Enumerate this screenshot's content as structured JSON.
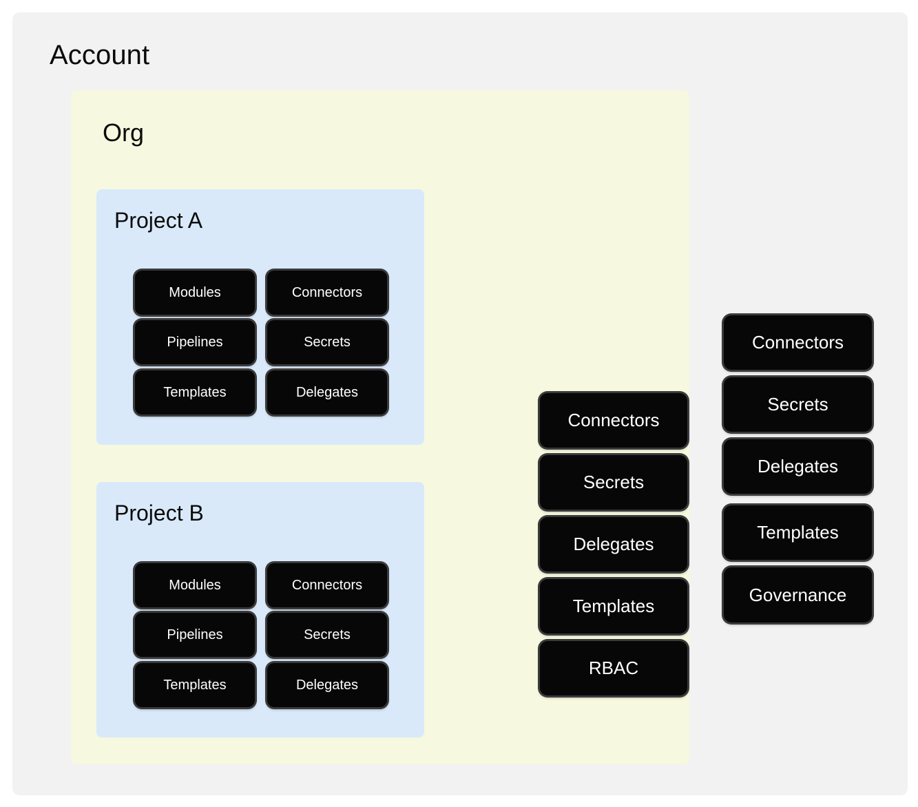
{
  "diagram": {
    "type": "nested-scope-hierarchy",
    "background_color": "#f2f2f3",
    "page_color": "#ffffff"
  },
  "account": {
    "title": "Account",
    "color": "#f2f2f3",
    "resources": [
      {
        "label": "Connectors"
      },
      {
        "label": "Secrets"
      },
      {
        "label": "Delegates"
      },
      {
        "label": "Templates"
      },
      {
        "label": "Governance"
      }
    ]
  },
  "org": {
    "title": "Org",
    "color": "#f6f8df",
    "resources": [
      {
        "label": "Connectors"
      },
      {
        "label": "Secrets"
      },
      {
        "label": "Delegates"
      },
      {
        "label": "Templates"
      },
      {
        "label": "RBAC"
      }
    ]
  },
  "projects": [
    {
      "title": "Project A",
      "color": "#d9e9fa",
      "resources_left": [
        {
          "label": "Modules"
        },
        {
          "label": "Pipelines"
        },
        {
          "label": "Templates"
        }
      ],
      "resources_right": [
        {
          "label": "Connectors"
        },
        {
          "label": "Secrets"
        },
        {
          "label": "Delegates"
        }
      ]
    },
    {
      "title": "Project B",
      "color": "#d9e9fa",
      "resources_left": [
        {
          "label": "Modules"
        },
        {
          "label": "Pipelines"
        },
        {
          "label": "Templates"
        }
      ],
      "resources_right": [
        {
          "label": "Connectors"
        },
        {
          "label": "Secrets"
        },
        {
          "label": "Delegates"
        }
      ]
    }
  ],
  "style": {
    "pill_background": "#070707",
    "pill_text_color": "#ffffff",
    "pill_border_color": "#3a3a3a"
  }
}
